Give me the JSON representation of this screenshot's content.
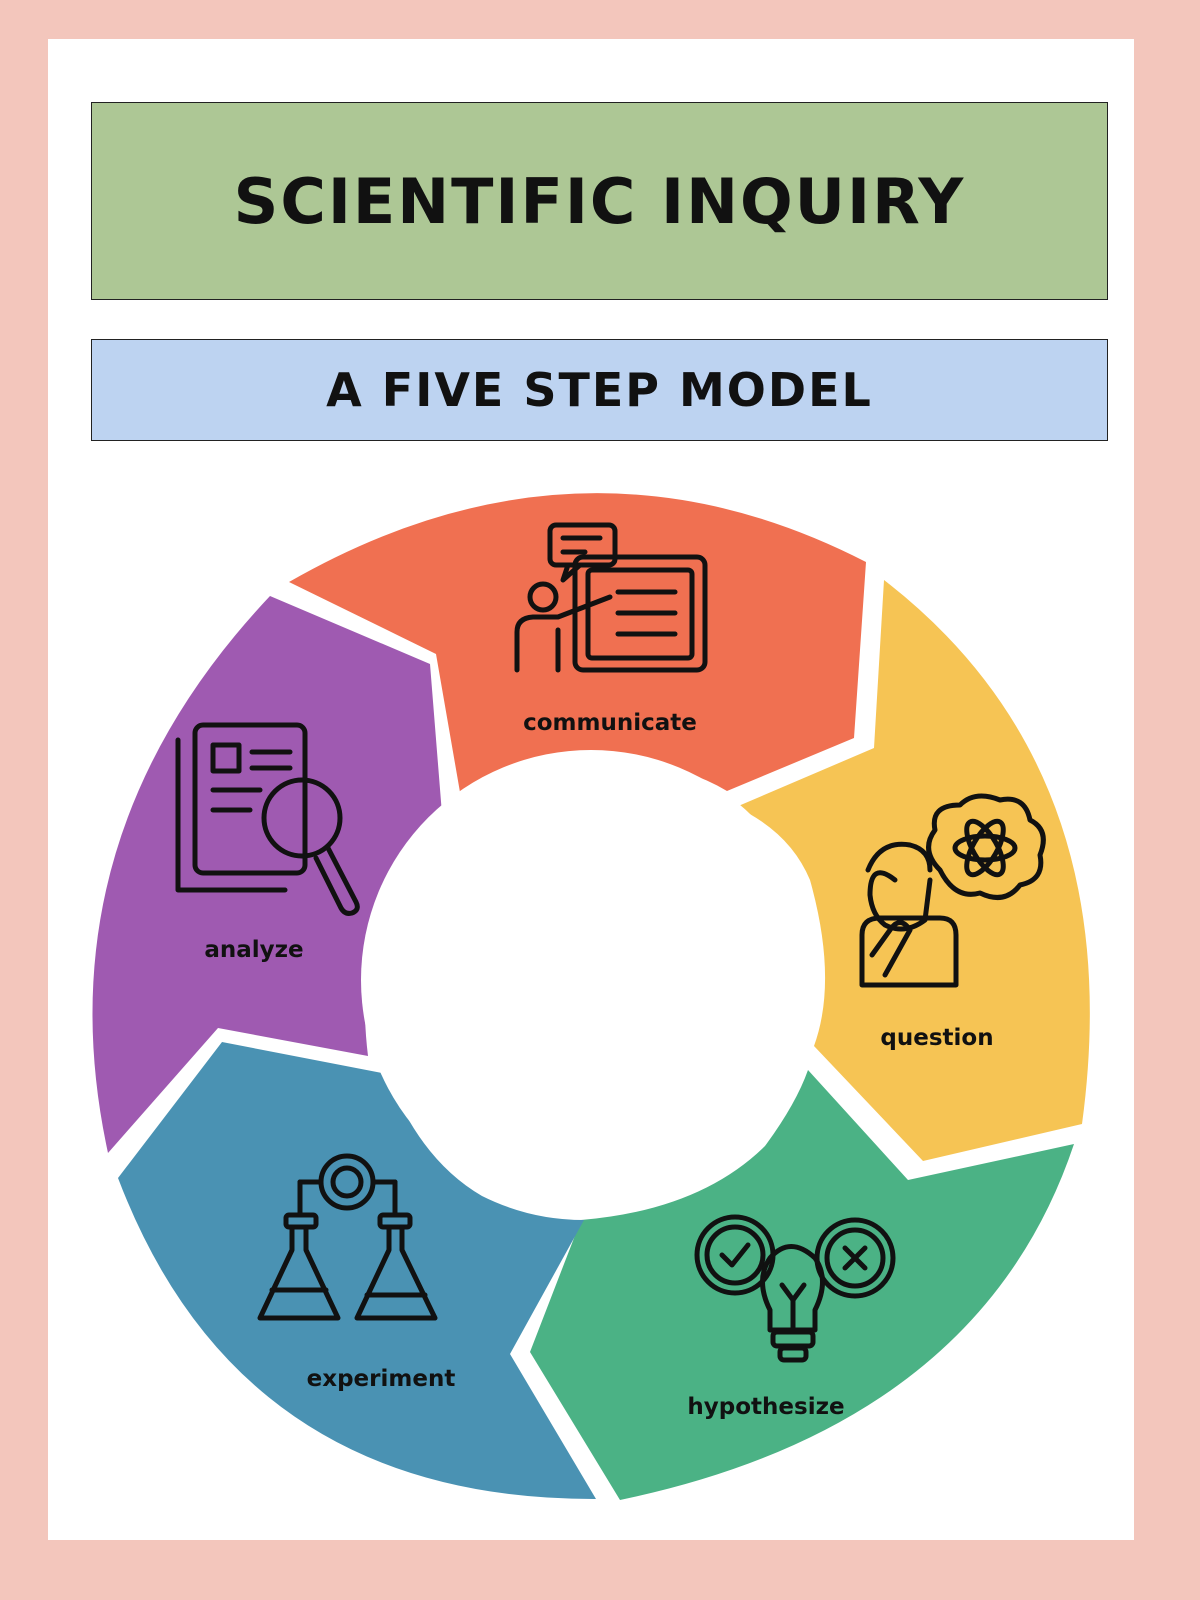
{
  "title": "SCIENTIFIC INQUIRY",
  "subtitle": "A FIVE STEP MODEL",
  "colors": {
    "background": "#f3c6bc",
    "title_box": "#adc795",
    "subtitle_box": "#bdd3f1"
  },
  "steps": [
    {
      "label": "communicate",
      "color": "#f07051",
      "icon": "presentation-icon"
    },
    {
      "label": "question",
      "color": "#f6c454",
      "icon": "thinking-person-icon"
    },
    {
      "label": "hypothesize",
      "color": "#4bb285",
      "icon": "lightbulb-gears-icon"
    },
    {
      "label": "experiment",
      "color": "#4a92b3",
      "icon": "lab-flasks-icon"
    },
    {
      "label": "analyze",
      "color": "#9f5ab1",
      "icon": "document-magnifier-icon"
    }
  ]
}
